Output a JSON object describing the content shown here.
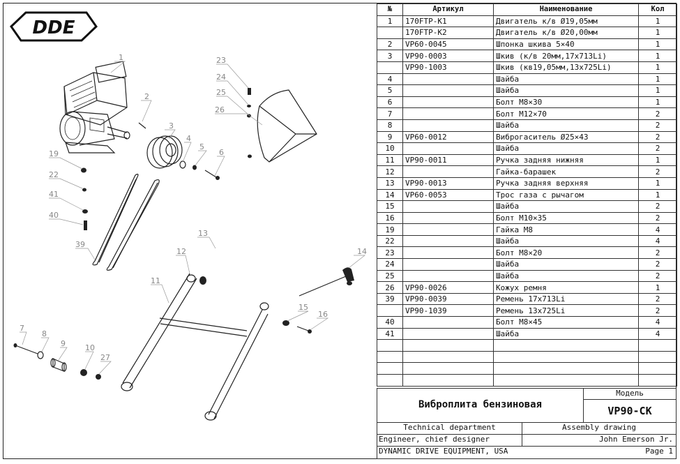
{
  "logo": {
    "text": "DDE"
  },
  "table": {
    "headers": {
      "no": "№",
      "article": "Артикул",
      "name": "Наименование",
      "qty": "Кол"
    },
    "rows": [
      {
        "no": "1",
        "article": "170FTP-K1",
        "name": "Двигатель к/в Ø19,05мм",
        "qty": "1"
      },
      {
        "no": "",
        "article": "170FTP-K2",
        "name": "Двигатель к/в Ø20,00мм",
        "qty": "1"
      },
      {
        "no": "2",
        "article": "VP60-0045",
        "name": "Шпонка шкива 5×40",
        "qty": "1"
      },
      {
        "no": "3",
        "article": "VP90-0003",
        "name": "Шкив (к/в 20мм,17х713Li)",
        "qty": "1"
      },
      {
        "no": "",
        "article": "VP90-1003",
        "name": "Шкив (кв19,05мм,13х725Li)",
        "qty": "1"
      },
      {
        "no": "4",
        "article": "",
        "name": "Шайба",
        "qty": "1"
      },
      {
        "no": "5",
        "article": "",
        "name": "Шайба",
        "qty": "1"
      },
      {
        "no": "6",
        "article": "",
        "name": "Болт M8×30",
        "qty": "1"
      },
      {
        "no": "7",
        "article": "",
        "name": "Болт M12×70",
        "qty": "2"
      },
      {
        "no": "8",
        "article": "",
        "name": "Шайба",
        "qty": "2"
      },
      {
        "no": "9",
        "article": "VP60-0012",
        "name": "Виброгаситель Ø25×43",
        "qty": "2"
      },
      {
        "no": "10",
        "article": "",
        "name": "Шайба",
        "qty": "2"
      },
      {
        "no": "11",
        "article": "VP90-0011",
        "name": "Ручка задняя нижняя",
        "qty": "1"
      },
      {
        "no": "12",
        "article": "",
        "name": "Гайка-барашек",
        "qty": "2"
      },
      {
        "no": "13",
        "article": "VP90-0013",
        "name": "Ручка задняя верхняя",
        "qty": "1"
      },
      {
        "no": "14",
        "article": "VP60-0053",
        "name": "Трос газа с рычагом",
        "qty": "1"
      },
      {
        "no": "15",
        "article": "",
        "name": "Шайба",
        "qty": "2"
      },
      {
        "no": "16",
        "article": "",
        "name": "Болт M10×35",
        "qty": "2"
      },
      {
        "no": "19",
        "article": "",
        "name": "Гайка M8",
        "qty": "4"
      },
      {
        "no": "22",
        "article": "",
        "name": "Шайба",
        "qty": "4"
      },
      {
        "no": "23",
        "article": "",
        "name": "Болт M8×20",
        "qty": "2"
      },
      {
        "no": "24",
        "article": "",
        "name": "Шайба",
        "qty": "2"
      },
      {
        "no": "25",
        "article": "",
        "name": "Шайба",
        "qty": "2"
      },
      {
        "no": "26",
        "article": "VP90-0026",
        "name": "Кожух ремня",
        "qty": "1"
      },
      {
        "no": "39",
        "article": "VP90-0039",
        "name": "Ремень 17x713Li",
        "qty": "2"
      },
      {
        "no": "",
        "article": "VP90-1039",
        "name": "Ремень 13x725Li",
        "qty": "2"
      },
      {
        "no": "40",
        "article": "",
        "name": "Болт M8×45",
        "qty": "4"
      },
      {
        "no": "41",
        "article": "",
        "name": "Шайба",
        "qty": "4"
      },
      {
        "no": "",
        "article": "",
        "name": "",
        "qty": ""
      },
      {
        "no": "",
        "article": "",
        "name": "",
        "qty": ""
      },
      {
        "no": "",
        "article": "",
        "name": "",
        "qty": ""
      },
      {
        "no": "",
        "article": "",
        "name": "",
        "qty": ""
      }
    ]
  },
  "title_block": {
    "product_name": "Виброплита бензиновая",
    "model_label": "Модель",
    "model": "VP90-CK",
    "department": "Technical department",
    "drawing_type": "Assembly drawing",
    "role": "Engineer, chief designer",
    "person": "John Emerson Jr.",
    "company": "DYNAMIC DRIVE EQUIPMENT, USA",
    "page": "Page 1"
  },
  "callouts": [
    "1",
    "2",
    "3",
    "4",
    "5",
    "6",
    "7",
    "8",
    "9",
    "10",
    "11",
    "12",
    "13",
    "14",
    "15",
    "16",
    "19",
    "22",
    "23",
    "24",
    "25",
    "26",
    "27",
    "39",
    "40",
    "41"
  ]
}
